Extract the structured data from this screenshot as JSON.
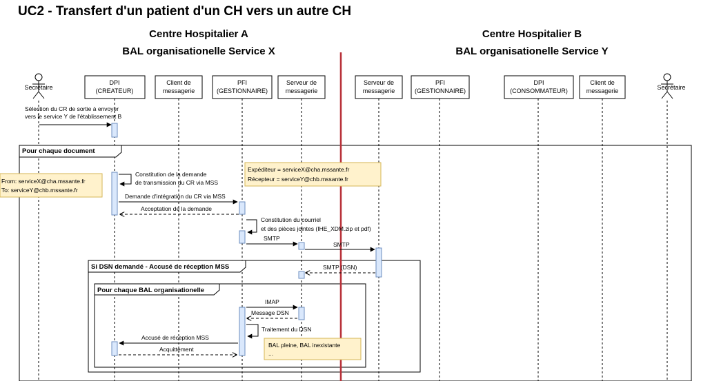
{
  "title": "UC2 - Transfert d'un patient d'un CH vers un autre CH",
  "hospital_a": {
    "name": "Centre Hospitalier A",
    "bal": "BAL organisationelle Service X"
  },
  "hospital_b": {
    "name": "Centre Hospitalier B",
    "bal": "BAL organisationelle Service Y"
  },
  "participants": [
    {
      "id": "secretaire_a",
      "kind": "actor",
      "label": "Secrétaire"
    },
    {
      "id": "dpi_a",
      "kind": "box",
      "line1": "DPI",
      "line2": "(CREATEUR)"
    },
    {
      "id": "client_a",
      "kind": "box",
      "line1": "Client de",
      "line2": "messagerie"
    },
    {
      "id": "pfi_a",
      "kind": "box",
      "line1": "PFI",
      "line2": "(GESTIONNAIRE)"
    },
    {
      "id": "serveur_a",
      "kind": "box",
      "line1": "Serveur de",
      "line2": "messagerie"
    },
    {
      "id": "serveur_b",
      "kind": "box",
      "line1": "Serveur de",
      "line2": "messagerie"
    },
    {
      "id": "pfi_b",
      "kind": "box",
      "line1": "PFI",
      "line2": "(GESTIONNAIRE)"
    },
    {
      "id": "dpi_b",
      "kind": "box",
      "line1": "DPI",
      "line2": "(CONSOMMATEUR)"
    },
    {
      "id": "client_b",
      "kind": "box",
      "line1": "Client de",
      "line2": "messagerie"
    },
    {
      "id": "secretaire_b",
      "kind": "actor",
      "label": "Secrétaire"
    }
  ],
  "frames": [
    {
      "label": "Pour chaque document"
    },
    {
      "label": "Si DSN demandé - Accusé de réception MSS"
    },
    {
      "label": "Pour chaque BAL organisationelle"
    }
  ],
  "messages": [
    {
      "line1": "Sélection du CR de sortie à envoyer",
      "line2": "vers le service Y de l'établissement B"
    },
    {
      "line1": "Constitution de la demande",
      "line2": "de transmission du CR via MSS"
    },
    {
      "line1": "Demande d'intégration du CR via MSS"
    },
    {
      "line1": "Acceptation de la demande"
    },
    {
      "line1": "Constitution du courriel",
      "line2": "et des pièces jointes (IHE_XDM.zip et pdf)"
    },
    {
      "line1": "SMTP"
    },
    {
      "line1": "SMTP"
    },
    {
      "line1": "SMTP (DSN)"
    },
    {
      "line1": "IMAP"
    },
    {
      "line1": "Message DSN"
    },
    {
      "line1": "Traitement du DSN"
    },
    {
      "line1": "Accusé de réception MSS"
    },
    {
      "line1": "Acquittement"
    }
  ],
  "notes": [
    {
      "line1": "From: serviceX@cha.mssante.fr",
      "line2": "To: serviceY@chb.mssante.fr"
    },
    {
      "line1": "Expéditeur = serviceX@cha.mssante.fr",
      "line2": "Récepteur = serviceY@chb.mssante.fr"
    },
    {
      "line1": "BAL pleine, BAL inexistante",
      "line2": "..."
    }
  ],
  "colors": {
    "separator": "#b8323a",
    "note_fill": "#fff2cc",
    "note_stroke": "#d6b656",
    "activation_fill": "#dae8fc",
    "activation_stroke": "#6c8ebf"
  }
}
